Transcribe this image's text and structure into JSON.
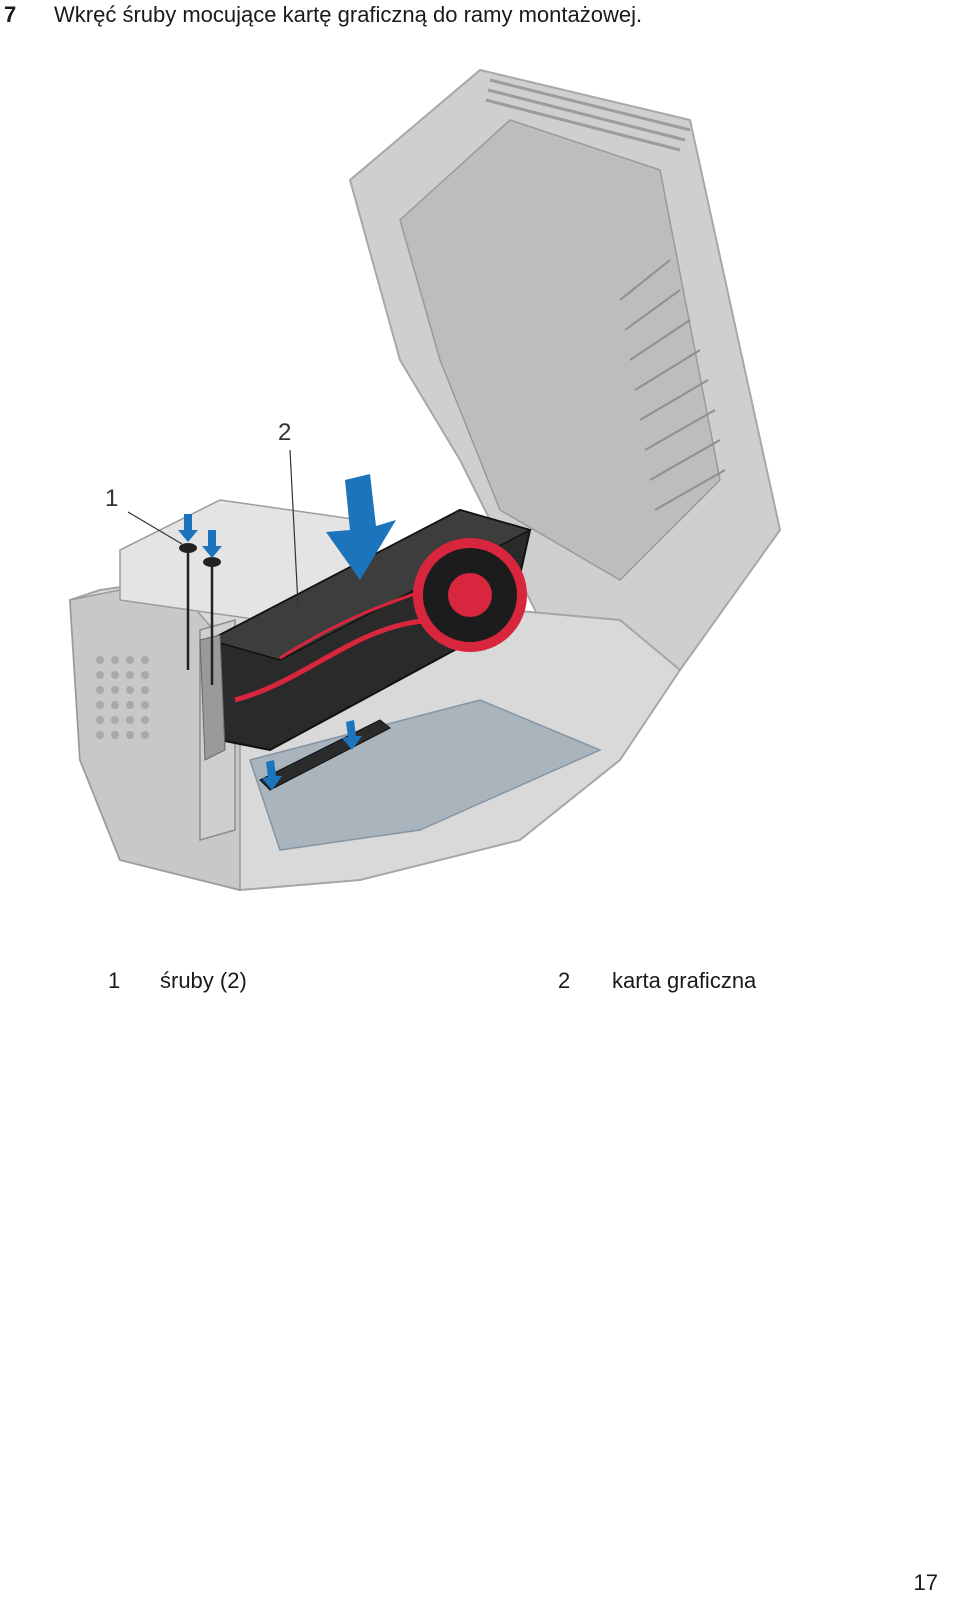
{
  "step": {
    "number": "7",
    "text": "Wkręć śruby mocujące kartę graficzną do ramy montażowej."
  },
  "callouts": [
    "1",
    "2"
  ],
  "legend": [
    {
      "num": "1",
      "label": "śruby (2)"
    },
    {
      "num": "2",
      "label": "karta graficzna"
    }
  ],
  "page_number": "17",
  "colors": {
    "arrow": "#1c75bc",
    "card_red": "#d7263d",
    "chassis": "#bfbfbf"
  }
}
